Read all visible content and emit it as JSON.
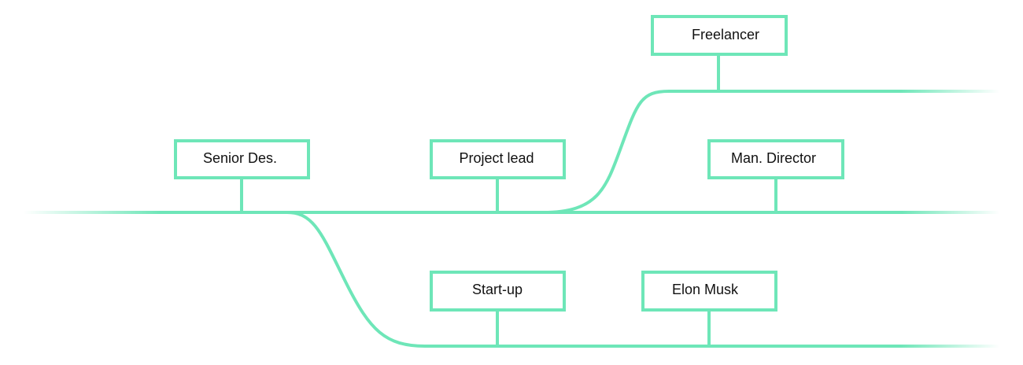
{
  "diagram": {
    "accent_color": "#6ee6b8",
    "nodes": [
      {
        "id": "freelancer",
        "label": "Freelancer"
      },
      {
        "id": "senior-des",
        "label": "Senior Des."
      },
      {
        "id": "project-lead",
        "label": "Project lead"
      },
      {
        "id": "man-director",
        "label": "Man. Director"
      },
      {
        "id": "start-up",
        "label": "Start-up"
      },
      {
        "id": "elon-musk",
        "label": "Elon Musk"
      }
    ]
  }
}
